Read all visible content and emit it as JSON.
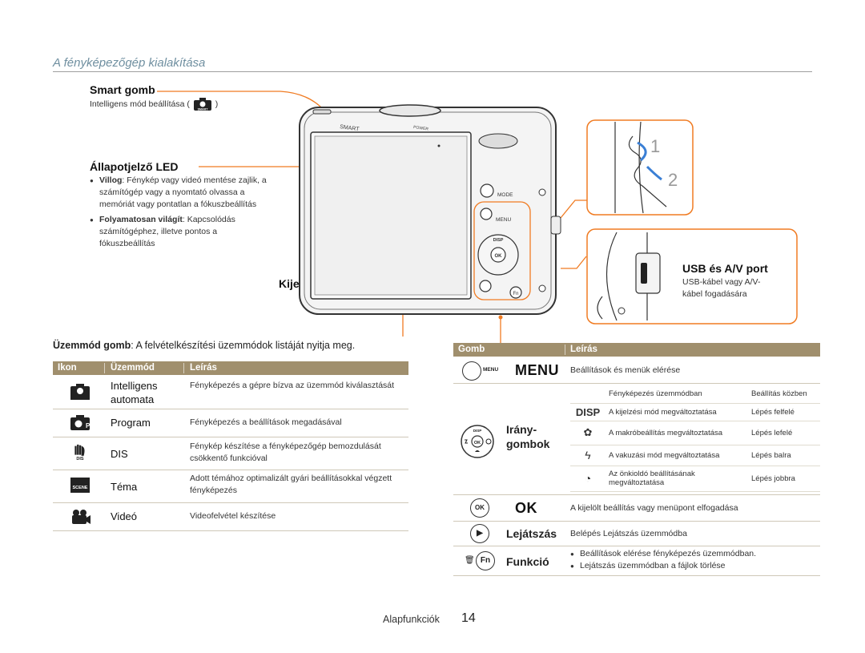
{
  "section_title": "A fényképezőgép kialakítása",
  "smart": {
    "title": "Smart gomb",
    "desc_before": "Intelligens mód beállítása (",
    "desc_after": ")",
    "icon": "smart-camera-icon",
    "camera_label": "SMART"
  },
  "led": {
    "title": "Állapotjelző LED",
    "items": [
      {
        "strong": "Villog",
        "text": ": Fénykép vagy videó mentése zajlik, a számítógép vagy a nyomtató olvassa a memóriát vagy pontatlan a fókuszbeállítás"
      },
      {
        "strong": "Folyamatosan világít",
        "text": ": Kapcsolódás számítógéphez, illetve pontos a fókuszbeállítás"
      }
    ]
  },
  "display_label": "Kijelző",
  "usb": {
    "title": "USB és A/V port",
    "desc": "USB-kábel vagy A/V-kábel fogadására"
  },
  "strap_steps": [
    "1",
    "2"
  ],
  "camera_buttons": {
    "mode": "MODE",
    "menu": "MENU",
    "disp": "DISP",
    "ok": "OK",
    "fn": "Fn",
    "power": "POWER"
  },
  "mode_button": {
    "strong": "Üzemmód gomb",
    "text": ": A felvételkészítési üzemmódok listáját nyitja meg."
  },
  "mode_table": {
    "headers": [
      "Ikon",
      "Üzemmód",
      "Leírás"
    ],
    "rows": [
      {
        "icon": "smart-auto-icon",
        "name": "Intelligens automata",
        "desc": "Fényképezés a gépre bízva az üzemmód kiválasztását"
      },
      {
        "icon": "program-icon",
        "name": "Program",
        "desc": "Fényképezés a beállítások megadásával"
      },
      {
        "icon": "dis-icon",
        "name": "DIS",
        "desc": "Fénykép készítése a fényképezőgép bemozdulását csökkentő funkcióval"
      },
      {
        "icon": "scene-icon",
        "name": "Téma",
        "desc": "Adott témához optimalizált gyári beállításokkal végzett fényképezés"
      },
      {
        "icon": "video-icon",
        "name": "Videó",
        "desc": "Videofelvétel készítése"
      }
    ]
  },
  "button_table": {
    "headers": [
      "Gomb",
      "Leírás"
    ],
    "menu": {
      "name": "MENU",
      "desc": "Beállítások és menük elérése"
    },
    "nav": {
      "name": "Irány-gombok",
      "sub_headers": [
        "Fényképezés üzemmódban",
        "Beállítás közben"
      ],
      "rows": [
        {
          "icon": "disp-icon",
          "label": "DISP",
          "desc": "A kijelzési mód megváltoztatása",
          "setting": "Lépés felfelé"
        },
        {
          "icon": "macro-icon",
          "label": "",
          "desc": "A makróbeállítás megváltoztatása",
          "setting": "Lépés lefelé"
        },
        {
          "icon": "flash-icon",
          "label": "",
          "desc": "A vakuzási mód megváltoztatása",
          "setting": "Lépés balra"
        },
        {
          "icon": "timer-icon",
          "label": "",
          "desc": "Az önkioldó beállításának megváltoztatása",
          "setting": "Lépés jobbra"
        }
      ]
    },
    "ok": {
      "name": "OK",
      "desc": "A kijelölt beállítás vagy menüpont elfogadása"
    },
    "play": {
      "name": "Lejátszás",
      "desc": "Belépés Lejátszás üzemmódba"
    },
    "fn": {
      "name": "Funkció",
      "items": [
        "Beállítások elérése fényképezés üzemmódban.",
        "Lejátszás üzemmódban a fájlok törlése"
      ]
    }
  },
  "footer": {
    "label": "Alapfunkciók",
    "page": "14"
  },
  "colors": {
    "accent": "#f07b22",
    "table_head": "#a08f6d",
    "title": "#6f8fa0"
  }
}
